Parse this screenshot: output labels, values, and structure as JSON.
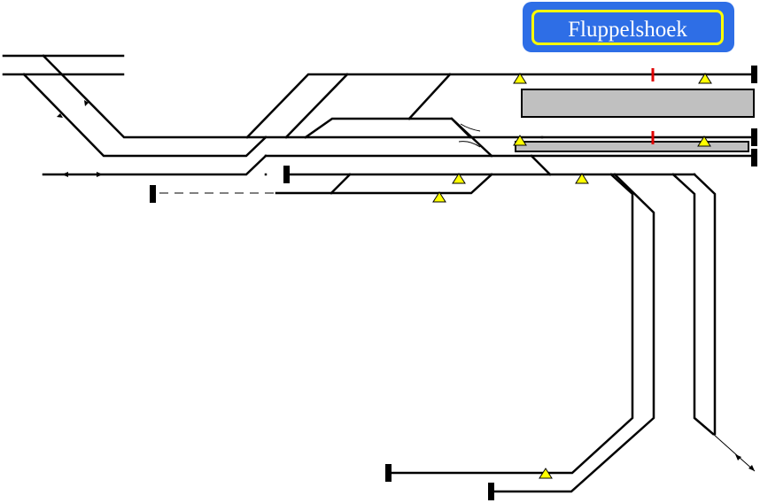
{
  "station": {
    "name": "Fluppelshoek"
  },
  "colors": {
    "background": "#ffffff",
    "title_box": "#2e6ee6",
    "title_border": "#ffff00",
    "track": "#000000",
    "platform": "#c0c0c0",
    "signal": "#ffff00",
    "marker": "#e00000"
  },
  "legend": {
    "signal_icon": "yellow-triangle-signal",
    "buffer_icon": "black-bar-buffer-stop",
    "section_marker": "red-tick-marker"
  }
}
